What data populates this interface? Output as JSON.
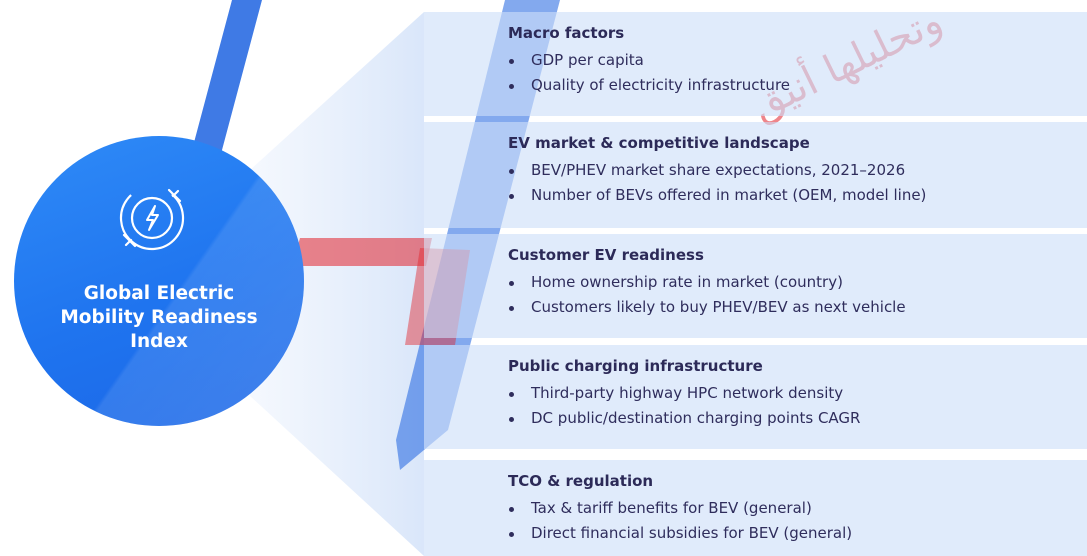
{
  "center": {
    "title_lines": [
      "Global Electric",
      "Mobility Readiness",
      "Index"
    ],
    "icon": "ev-charging-plug-icon"
  },
  "factors": [
    {
      "title": "Macro factors",
      "items": [
        "GDP per capita",
        "Quality of electricity infrastructure"
      ]
    },
    {
      "title": "EV market & competitive landscape",
      "items": [
        "BEV/PHEV market share expectations, 2021–2026",
        "Number of BEVs offered in market (OEM, model line)"
      ]
    },
    {
      "title": "Customer EV readiness",
      "items": [
        "Home ownership rate in market (country)",
        "Customers likely to buy PHEV/BEV as next vehicle"
      ]
    },
    {
      "title": "Public charging infrastructure",
      "items": [
        "Third-party highway HPC network density",
        "DC public/destination charging points CAGR"
      ]
    },
    {
      "title": "TCO & regulation",
      "items": [
        "Tax & tariff benefits for BEV (general)",
        "Direct financial subsidies for BEV (general)"
      ]
    }
  ],
  "colors": {
    "circle": "#1f74ef",
    "box": "#cddef8",
    "text": "#2c2a58",
    "watermark_red": "#e2232b"
  }
}
